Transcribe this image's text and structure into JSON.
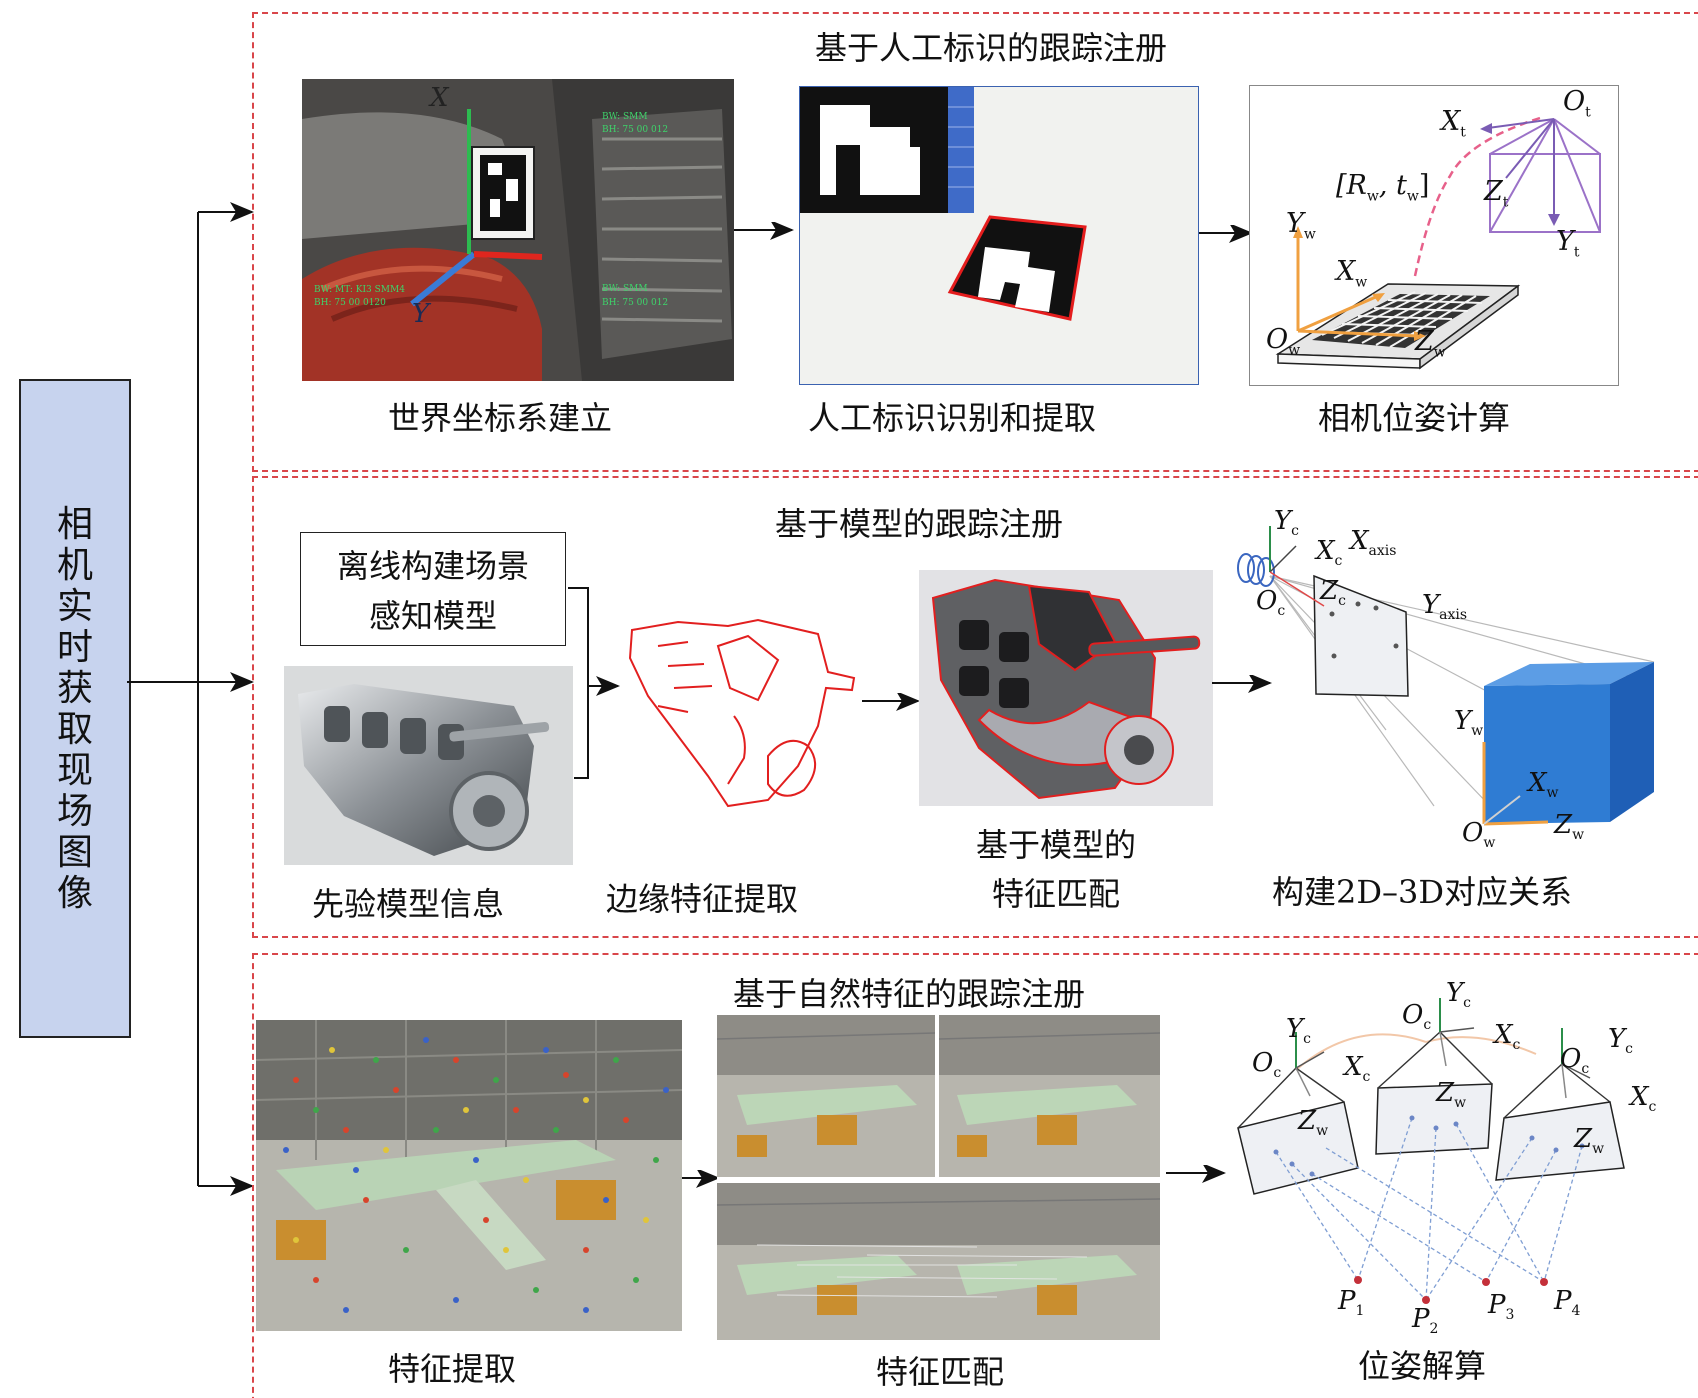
{
  "left": {
    "title": [
      "相",
      "机",
      "实",
      "时",
      "获",
      "取",
      "现",
      "场",
      "图",
      "像"
    ]
  },
  "panel_marker": {
    "title": "基于人工标识的跟踪注册",
    "cap1": "世界坐标系建立",
    "cap2": "人工标识识别和提取",
    "cap3": "相机位姿计算",
    "lbl_X": "X",
    "lbl_Yw": "Y",
    "lbl_Xt": "X",
    "lbl_Ot": "O",
    "lbl_Zt": "Z",
    "lbl_Yt": "Y",
    "lbl_Yw2": "Y",
    "lbl_Xw2": "X",
    "lbl_Ow2": "O",
    "lbl_Zw2": "Z",
    "sub_t": "t",
    "sub_w": "w",
    "pose_R": "[R",
    "pose_t": ", t",
    "pose_end": "]"
  },
  "panel_model": {
    "title": "基于模型的跟踪注册",
    "offline_line1": "离线构建场景",
    "offline_line2": "感知模型",
    "cap1": "先验模型信息",
    "cap2": "边缘特征提取",
    "cap3_line1": "基于模型的",
    "cap3_line2": "特征匹配",
    "cap4": "构建2D–3D对应关系",
    "lbl_Yc": "Y",
    "lbl_Xc": "X",
    "lbl_Xaxis": "X",
    "lbl_Oc": "O",
    "lbl_Zc": "Z",
    "lbl_Yaxis": "Y",
    "lbl_Yw": "Y",
    "lbl_Xw": "X",
    "lbl_Ow": "O",
    "lbl_Zw": "Z",
    "sub_c": "c",
    "sub_w": "w",
    "sub_axis": "axis"
  },
  "panel_natural": {
    "title": "基于自然特征的跟踪注册",
    "cap1": "特征提取",
    "cap2": "特征匹配",
    "cap3": "位姿解算",
    "lbl_O": "O",
    "lbl_Y": "Y",
    "lbl_X": "X",
    "lbl_Z": "Z",
    "lbl_P": "P",
    "sub_c": "c",
    "sub_w": "w",
    "p1": "1",
    "p2": "2",
    "p3": "3",
    "p4": "4"
  },
  "colors": {
    "dash": "#d9464a",
    "left_fill": "#c7d3ee",
    "cube": "#2f7cd3",
    "axis_orange": "#f0a040",
    "frame_purple": "#9b72c8"
  }
}
